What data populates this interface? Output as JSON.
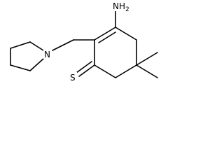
{
  "molecule": {
    "atoms": {
      "amine": "NH",
      "amine_subscript": "2",
      "pyrrolidine_nitrogen": "N",
      "thione_sulfur": "S"
    }
  }
}
